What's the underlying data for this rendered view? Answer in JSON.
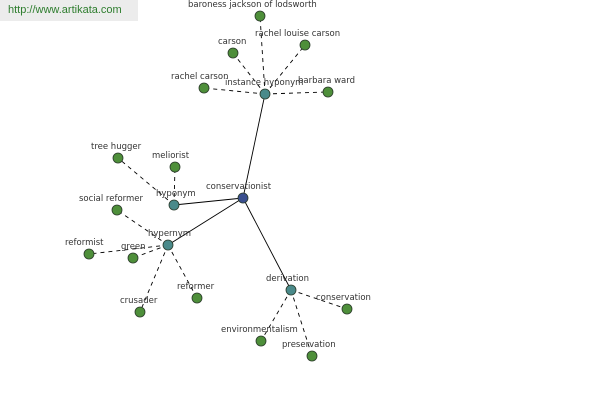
{
  "watermark": "http://www.artikata.com",
  "colors": {
    "center": "#3a4f8f",
    "relation": "#4a8a8a",
    "leaf": "#4e8f3a",
    "node_stroke": "#2a3a2a",
    "edge": "#000000"
  },
  "graph": {
    "nodes": [
      {
        "id": "conservationist",
        "label": "conservationist",
        "kind": "center"
      },
      {
        "id": "instance_hyponym",
        "label": "instance hyponym",
        "kind": "relation"
      },
      {
        "id": "hyponym",
        "label": "hyponym",
        "kind": "relation"
      },
      {
        "id": "hypernym",
        "label": "hypernym",
        "kind": "relation"
      },
      {
        "id": "derivation",
        "label": "derivation",
        "kind": "relation"
      },
      {
        "id": "baroness",
        "label": "baroness jackson of lodsworth",
        "kind": "leaf"
      },
      {
        "id": "carson1",
        "label": "carson",
        "kind": "leaf"
      },
      {
        "id": "rachel_louise",
        "label": "rachel louise carson",
        "kind": "leaf"
      },
      {
        "id": "rachel_carson",
        "label": "rachel carson",
        "kind": "leaf"
      },
      {
        "id": "barbara_ward",
        "label": "barbara ward",
        "kind": "leaf"
      },
      {
        "id": "tree_hugger",
        "label": "tree hugger",
        "kind": "leaf"
      },
      {
        "id": "meliorist",
        "label": "meliorist",
        "kind": "leaf"
      },
      {
        "id": "social_reformer",
        "label": "social reformer",
        "kind": "leaf"
      },
      {
        "id": "reformist",
        "label": "reformist",
        "kind": "leaf"
      },
      {
        "id": "green",
        "label": "green",
        "kind": "leaf"
      },
      {
        "id": "crusader",
        "label": "crusader",
        "kind": "leaf"
      },
      {
        "id": "reformer",
        "label": "reformer",
        "kind": "leaf"
      },
      {
        "id": "conservation",
        "label": "conservation",
        "kind": "leaf"
      },
      {
        "id": "environmentalism",
        "label": "environmentalism",
        "kind": "leaf"
      },
      {
        "id": "preservation",
        "label": "preservation",
        "kind": "leaf"
      }
    ],
    "edges": [
      {
        "from": "conservationist",
        "to": "instance_hyponym",
        "style": "solid"
      },
      {
        "from": "conservationist",
        "to": "hyponym",
        "style": "solid"
      },
      {
        "from": "conservationist",
        "to": "hypernym",
        "style": "solid"
      },
      {
        "from": "conservationist",
        "to": "derivation",
        "style": "solid"
      },
      {
        "from": "instance_hyponym",
        "to": "baroness",
        "style": "dashed"
      },
      {
        "from": "instance_hyponym",
        "to": "carson1",
        "style": "dashed"
      },
      {
        "from": "instance_hyponym",
        "to": "rachel_louise",
        "style": "dashed"
      },
      {
        "from": "instance_hyponym",
        "to": "rachel_carson",
        "style": "dashed"
      },
      {
        "from": "instance_hyponym",
        "to": "barbara_ward",
        "style": "dashed"
      },
      {
        "from": "hyponym",
        "to": "tree_hugger",
        "style": "dashed"
      },
      {
        "from": "hyponym",
        "to": "meliorist",
        "style": "dashed"
      },
      {
        "from": "hypernym",
        "to": "social_reformer",
        "style": "dashed"
      },
      {
        "from": "hypernym",
        "to": "reformist",
        "style": "dashed"
      },
      {
        "from": "hypernym",
        "to": "green",
        "style": "dashed"
      },
      {
        "from": "hypernym",
        "to": "crusader",
        "style": "dashed"
      },
      {
        "from": "hypernym",
        "to": "reformer",
        "style": "dashed"
      },
      {
        "from": "derivation",
        "to": "conservation",
        "style": "dashed"
      },
      {
        "from": "derivation",
        "to": "environmentalism",
        "style": "dashed"
      },
      {
        "from": "derivation",
        "to": "preservation",
        "style": "dashed"
      }
    ]
  }
}
